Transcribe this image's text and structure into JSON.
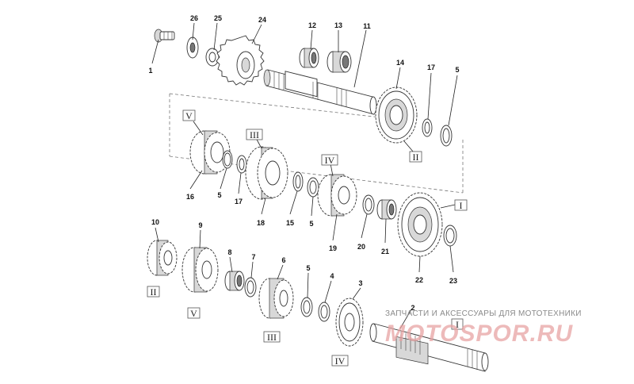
{
  "callouts": [
    {
      "id": "c1",
      "text": "1"
    },
    {
      "id": "c2",
      "text": "2"
    },
    {
      "id": "c3",
      "text": "3"
    },
    {
      "id": "c4",
      "text": "4"
    },
    {
      "id": "c5a",
      "text": "5"
    },
    {
      "id": "c5b",
      "text": "5"
    },
    {
      "id": "c5c",
      "text": "5"
    },
    {
      "id": "c5d",
      "text": "5"
    },
    {
      "id": "c6",
      "text": "6"
    },
    {
      "id": "c7",
      "text": "7"
    },
    {
      "id": "c8",
      "text": "8"
    },
    {
      "id": "c9",
      "text": "9"
    },
    {
      "id": "c10",
      "text": "10"
    },
    {
      "id": "c11",
      "text": "11"
    },
    {
      "id": "c12",
      "text": "12"
    },
    {
      "id": "c13",
      "text": "13"
    },
    {
      "id": "c14",
      "text": "14"
    },
    {
      "id": "c15",
      "text": "15"
    },
    {
      "id": "c16",
      "text": "16"
    },
    {
      "id": "c17a",
      "text": "17"
    },
    {
      "id": "c17b",
      "text": "17"
    },
    {
      "id": "c18",
      "text": "18"
    },
    {
      "id": "c19",
      "text": "19"
    },
    {
      "id": "c20",
      "text": "20"
    },
    {
      "id": "c21",
      "text": "21"
    },
    {
      "id": "c22",
      "text": "22"
    },
    {
      "id": "c23",
      "text": "23"
    },
    {
      "id": "c24",
      "text": "24"
    },
    {
      "id": "c25",
      "text": "25"
    },
    {
      "id": "c26",
      "text": "26"
    }
  ],
  "gear_labels": [
    {
      "id": "g-ii-top",
      "text": "II"
    },
    {
      "id": "g-v-top",
      "text": "V"
    },
    {
      "id": "g-iii-top",
      "text": "III"
    },
    {
      "id": "g-iv-top",
      "text": "IV"
    },
    {
      "id": "g-i-top",
      "text": "I"
    },
    {
      "id": "g-ii-bot",
      "text": "II"
    },
    {
      "id": "g-v-bot",
      "text": "V"
    },
    {
      "id": "g-iii-bot",
      "text": "III"
    },
    {
      "id": "g-iv-bot",
      "text": "IV"
    },
    {
      "id": "g-i-bot",
      "text": "I"
    }
  ],
  "watermark": {
    "tagline": "ЗАПЧАСТИ И АКСЕССУАРЫ ДЛЯ МОТОТЕХНИКИ",
    "brand": "MOTOSPOR.RU"
  },
  "colors": {
    "line": "#333333",
    "watermark": "#e7a3a3",
    "background": "#ffffff"
  }
}
